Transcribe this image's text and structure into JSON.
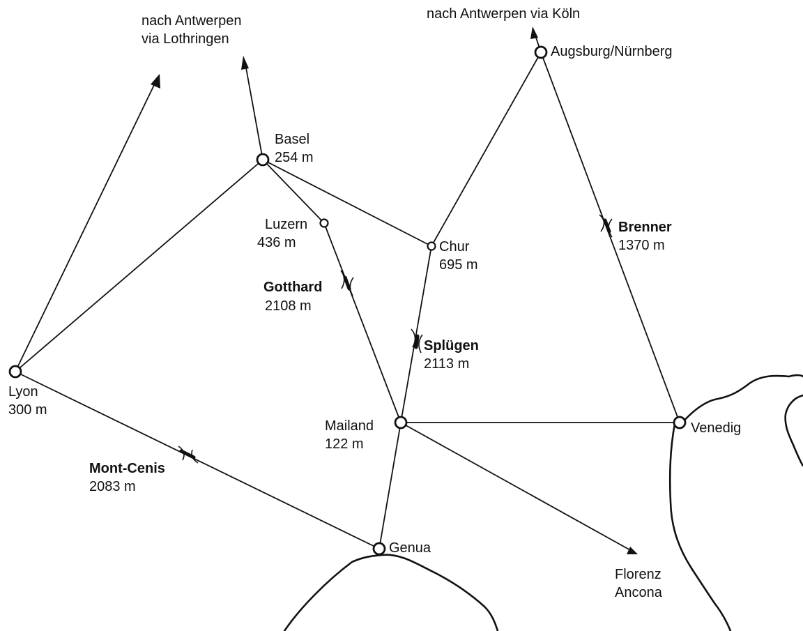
{
  "directions": {
    "antwerpen_lothringen": [
      "nach Antwerpen",
      "via Lothringen"
    ],
    "antwerpen_koeln": "nach Antwerpen via Köln",
    "florenz_ancona": [
      "Florenz",
      "Ancona"
    ]
  },
  "cities": {
    "basel": {
      "name": "Basel",
      "elevation": "254 m"
    },
    "luzern": {
      "name": "Luzern",
      "elevation": "436 m"
    },
    "chur": {
      "name": "Chur",
      "elevation": "695 m"
    },
    "lyon": {
      "name": "Lyon",
      "elevation": "300 m"
    },
    "mailand": {
      "name": "Mailand",
      "elevation": "122 m"
    },
    "genua": {
      "name": "Genua"
    },
    "venedig": {
      "name": "Venedig"
    },
    "augsburg": {
      "name": "Augsburg/Nürnberg"
    }
  },
  "passes": {
    "gotthard": {
      "name": "Gotthard",
      "elevation": "2108 m"
    },
    "spluegen": {
      "name": "Splügen",
      "elevation": "2113 m"
    },
    "brenner": {
      "name": "Brenner",
      "elevation": "1370 m"
    },
    "montcenis": {
      "name": "Mont-Cenis",
      "elevation": "2083 m"
    }
  }
}
